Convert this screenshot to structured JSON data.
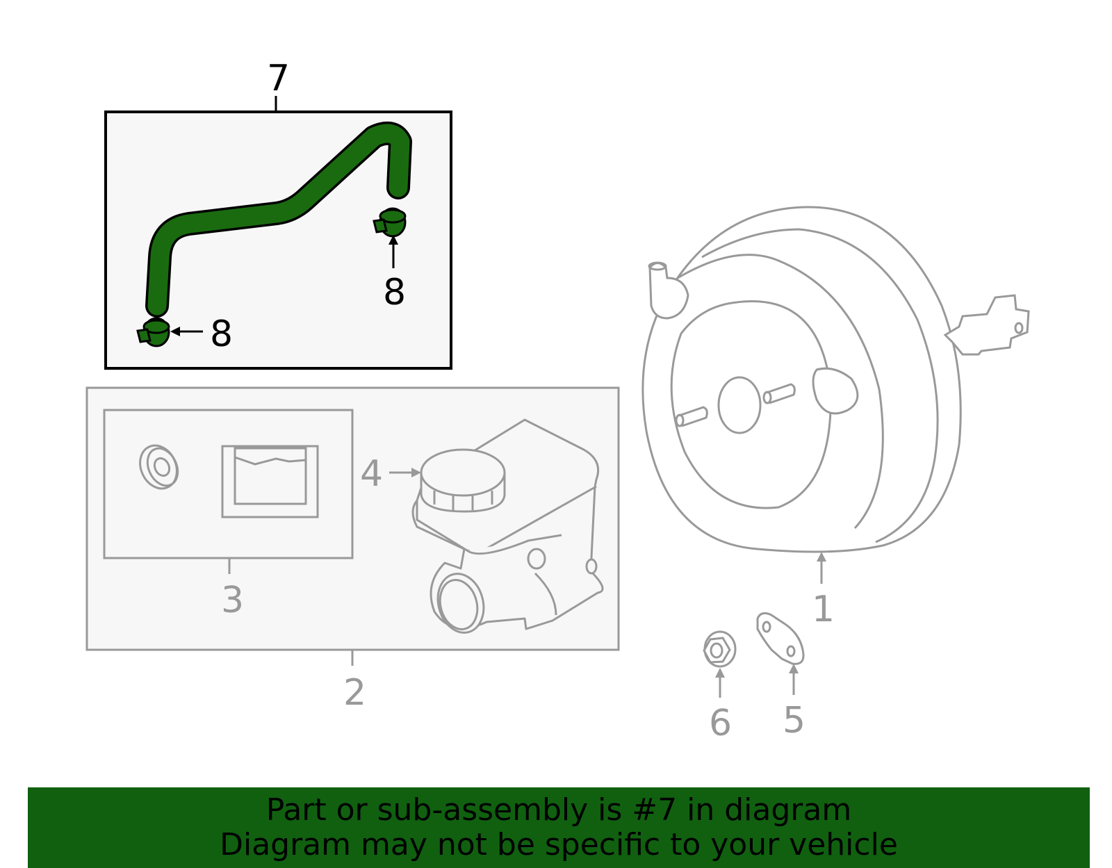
{
  "diagram": {
    "callouts": {
      "c1": "1",
      "c2": "2",
      "c3": "3",
      "c4": "4",
      "c5": "5",
      "c6": "6",
      "c7": "7",
      "c8a": "8",
      "c8b": "8"
    },
    "highlighted_part": "7",
    "colors": {
      "highlight_fill": "#1a6b10",
      "banner_bg": "#106010",
      "inactive_line": "#999999",
      "active_line": "#000000",
      "group_fill": "#f7f7f7"
    }
  },
  "banner": {
    "line1": "Part or sub-assembly is #7 in diagram",
    "line2": "Diagram may not be specific to your vehicle"
  }
}
